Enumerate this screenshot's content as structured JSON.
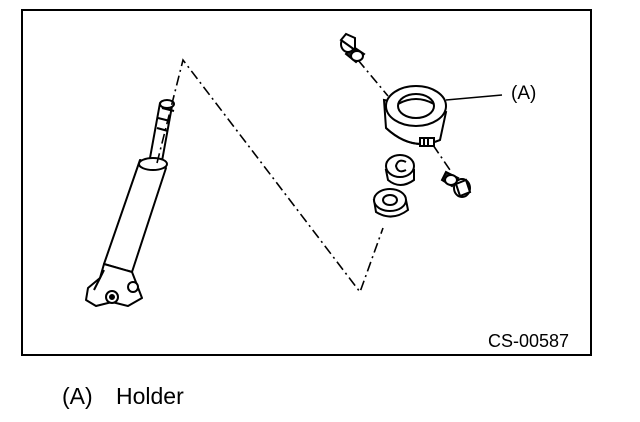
{
  "figure": {
    "callout_label": "(A)",
    "figure_code": "CS-00587"
  },
  "legend": {
    "items": [
      {
        "key": "(A)",
        "text": "Holder"
      }
    ]
  }
}
